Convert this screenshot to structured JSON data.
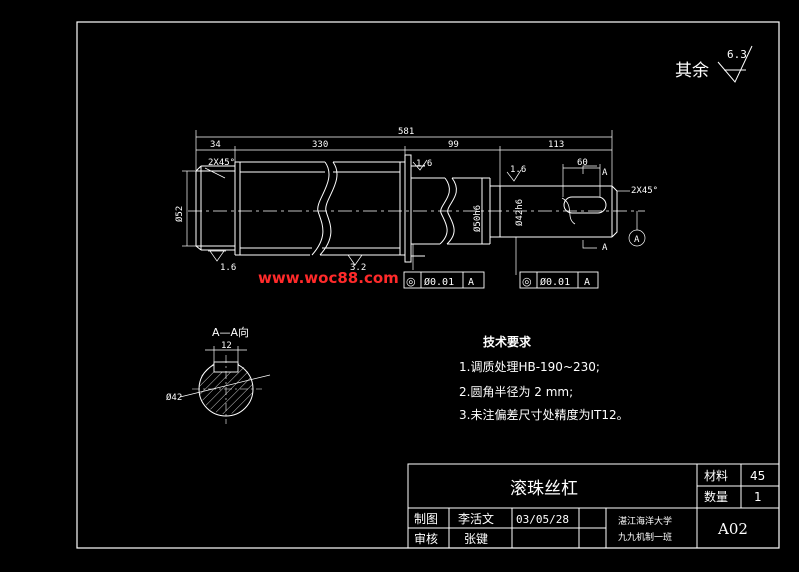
{
  "roughness": {
    "label": "其余",
    "value": "6.3"
  },
  "dims": {
    "total": "581",
    "d34": "34",
    "d330": "330",
    "d99": "99",
    "d113": "113",
    "d60": "60",
    "chamfer_left": "2X45°",
    "chamfer_right": "2X45°",
    "dia_left": "Ø52",
    "dia_mid": "Ø50h6",
    "dia_right": "Ø42h6",
    "rough_16": "1.6",
    "rough_32": "3.2"
  },
  "section": {
    "label": "A",
    "datum": "A"
  },
  "tolerance": {
    "left": {
      "symbol": "◎",
      "value": "Ø0.01",
      "datum": "A"
    },
    "right": {
      "symbol": "◎",
      "value": "Ø0.01",
      "datum": "A"
    }
  },
  "watermark": "www.woc88.com",
  "section_view": {
    "title": "A—A向",
    "width": "12",
    "dia": "Ø42"
  },
  "tech": {
    "title": "技术要求",
    "items": [
      "1.调质处理HB-190~230;",
      "2.圆角半径为 2 mm;",
      "3.未注偏差尺寸处精度为IT12。"
    ]
  },
  "title_block": {
    "part_name": "滚珠丝杠",
    "material_label": "材料",
    "material_value": "45",
    "qty_label": "数量",
    "qty_value": "1",
    "drawn_label": "制图",
    "drawn_name": "李活文",
    "date": "03/05/28",
    "checked_label": "审核",
    "checked_name": "张键",
    "org_line1": "湛江海洋大学",
    "org_line2": "九九机制一班",
    "drawing_no": "A02"
  }
}
